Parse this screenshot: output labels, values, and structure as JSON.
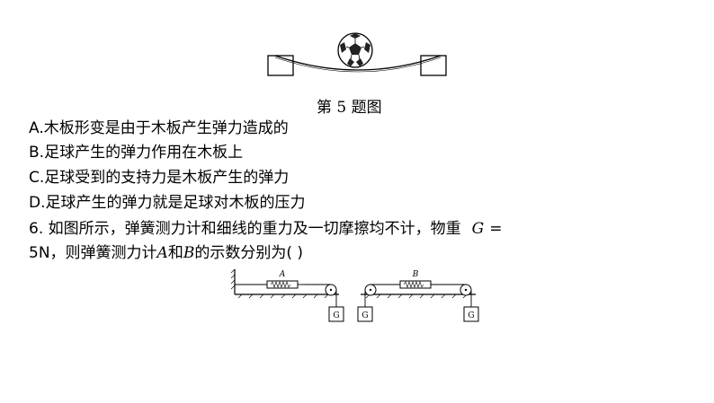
{
  "figure5": {
    "caption": "第 5 题图"
  },
  "options": [
    "A.木板形变是由于木板产生弹力造成的",
    "B.足球产生的弹力作用在木板上",
    "C.足球受到的支持力是木板产生的弹力",
    "D.足球产生的弹力就是足球对木板的压力"
  ],
  "question6": {
    "line1": "6. 如图所示，弹簧测力计和细线的重力及一切摩擦均不计，物重",
    "g_symbol": "G",
    "equals": "=",
    "line2_a": "5N，则弹簧测力计",
    "a_label": "A",
    "and": "和",
    "b_label": "B",
    "line2_b": "的示数分别为( )"
  },
  "figure6": {
    "meter_a": "A",
    "meter_b": "B",
    "weight": "G"
  }
}
